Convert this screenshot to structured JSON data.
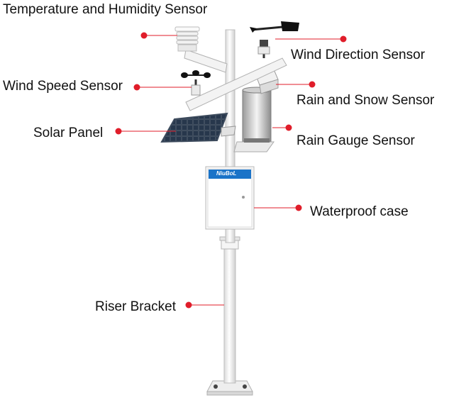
{
  "labels": {
    "temp_humidity": "Temperature and Humidity Sensor",
    "wind_direction": "Wind Direction Sensor",
    "wind_speed": "Wind Speed Sensor",
    "rain_snow": "Rain and Snow Sensor",
    "solar_panel": "Solar Panel",
    "rain_gauge": "Rain Gauge Sensor",
    "waterproof_case": "Waterproof case",
    "riser_bracket": "Riser Bracket"
  },
  "brand_text": "NiuBoL",
  "colors": {
    "marker": "#e01d2a",
    "brand_blue": "#1a73c8",
    "pole": "#f2f2f2",
    "outline": "#c8c8c8",
    "panel": "#1e2a3a"
  }
}
